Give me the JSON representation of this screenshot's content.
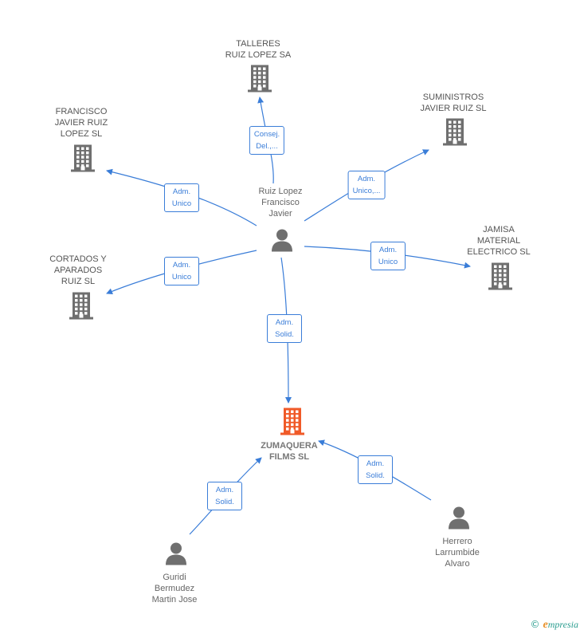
{
  "colors": {
    "edge": "#3a7dd8",
    "company_icon": "#6f6f6f",
    "main_icon": "#f05a28",
    "person_icon": "#6f6f6f"
  },
  "nodes": [
    {
      "id": "talleres",
      "kind": "company",
      "label": "TALLERES\nRUIZ LOPEZ SA"
    },
    {
      "id": "suministros",
      "kind": "company",
      "label": "SUMINISTROS\nJAVIER RUIZ SL"
    },
    {
      "id": "francisco",
      "kind": "company",
      "label": "FRANCISCO\nJAVIER RUIZ\nLOPEZ SL"
    },
    {
      "id": "jamisa",
      "kind": "company",
      "label": "JAMISA\nMATERIAL\nELECTRICO SL"
    },
    {
      "id": "cortados",
      "kind": "company",
      "label": "CORTADOS Y\nAPARADOS\nRUIZ SL"
    },
    {
      "id": "ruiz",
      "kind": "person",
      "label": "Ruiz Lopez\nFrancisco\nJavier"
    },
    {
      "id": "zumaquera",
      "kind": "main",
      "label": "ZUMAQUERA\nFILMS SL"
    },
    {
      "id": "guridi",
      "kind": "person",
      "label": "Guridi\nBermudez\nMartin Jose"
    },
    {
      "id": "herrero",
      "kind": "person",
      "label": "Herrero\nLarrumbide\nAlvaro"
    }
  ],
  "edges": [
    {
      "from": "ruiz",
      "to": "talleres",
      "label": "Consej.\nDel.,..."
    },
    {
      "from": "ruiz",
      "to": "suministros",
      "label": "Adm.\nUnico,..."
    },
    {
      "from": "ruiz",
      "to": "francisco",
      "label": "Adm.\nUnico"
    },
    {
      "from": "ruiz",
      "to": "jamisa",
      "label": "Adm.\nUnico"
    },
    {
      "from": "ruiz",
      "to": "cortados",
      "label": "Adm.\nUnico"
    },
    {
      "from": "ruiz",
      "to": "zumaquera",
      "label": "Adm.\nSolid."
    },
    {
      "from": "guridi",
      "to": "zumaquera",
      "label": "Adm.\nSolid."
    },
    {
      "from": "herrero",
      "to": "zumaquera",
      "label": "Adm.\nSolid."
    }
  ],
  "watermark": {
    "copyright": "©",
    "brand_initial": "e",
    "brand_rest": "mpresia"
  }
}
